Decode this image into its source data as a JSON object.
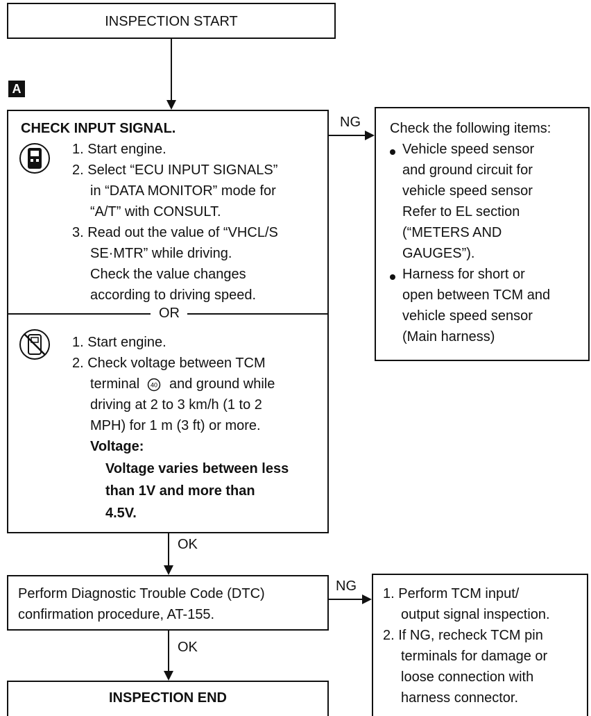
{
  "start": {
    "label": "INSPECTION START"
  },
  "tag": "A",
  "check": {
    "title": "CHECK INPUT SIGNAL.",
    "consult_steps": [
      "1. Start engine.",
      "2. Select “ECU INPUT SIGNALS”",
      "in “DATA MONITOR” mode for",
      "“A/T” with CONSULT.",
      "3. Read out the value of “VHCL/S",
      "SE·MTR” while driving.",
      "Check the value changes",
      "according to driving speed."
    ],
    "or_label": "OR",
    "manual_steps": [
      "1. Start engine.",
      "2. Check voltage between TCM",
      "terminal",
      "and ground while",
      "driving at 2 to 3 km/h (1 to 2",
      "MPH) for 1 m (3 ft) or more."
    ],
    "terminal_number": "40",
    "voltage_label": "Voltage:",
    "voltage_spec": [
      "Voltage varies between less",
      "than 1V and more than",
      "4.5V."
    ]
  },
  "ng1": {
    "edge": "NG",
    "title": "Check the following items:",
    "item1": [
      "Vehicle speed sensor",
      "and ground circuit for",
      "vehicle speed sensor",
      "Refer to EL section",
      "(“METERS AND",
      "GAUGES”)."
    ],
    "item2": [
      "Harness for short or",
      "open between TCM and",
      "vehicle speed sensor",
      "(Main harness)"
    ]
  },
  "ok1": "OK",
  "dtc": {
    "lines": [
      "Perform Diagnostic Trouble Code (DTC)",
      "confirmation procedure, AT-155."
    ]
  },
  "ng2": {
    "edge": "NG",
    "lines": [
      "1. Perform TCM input/",
      "output signal inspection.",
      "2. If NG, recheck TCM pin",
      "terminals for damage or",
      "loose connection with",
      "harness connector."
    ]
  },
  "ok2": "OK",
  "end": {
    "label": "INSPECTION END"
  },
  "icons": {
    "consult": "consult-tester-icon",
    "no_consult": "no-consult-tester-icon"
  }
}
